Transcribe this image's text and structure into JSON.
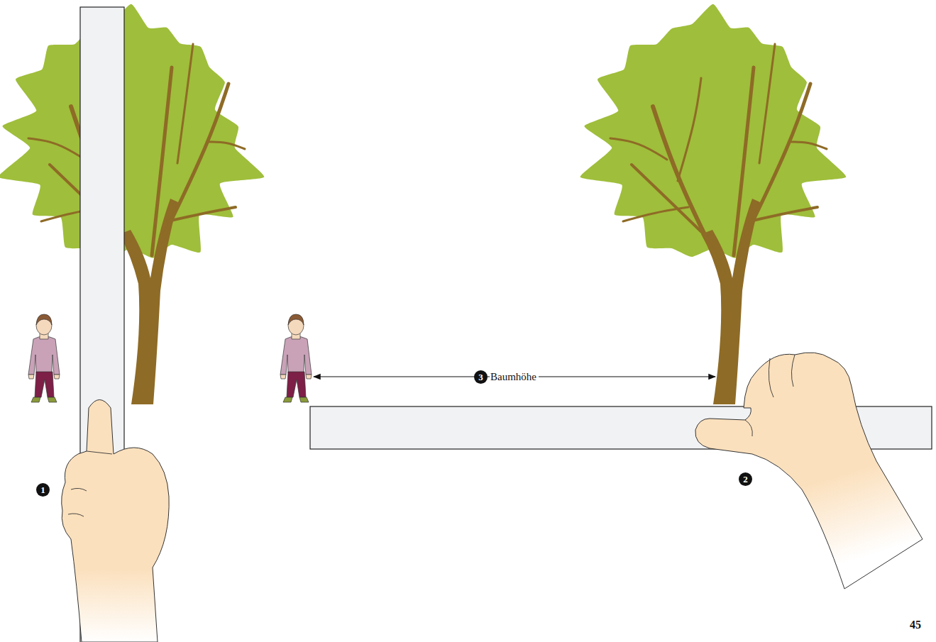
{
  "diagram": {
    "labels": [
      "1",
      "2",
      "3",
      "Baumhöhe",
      "45"
    ]
  }
}
